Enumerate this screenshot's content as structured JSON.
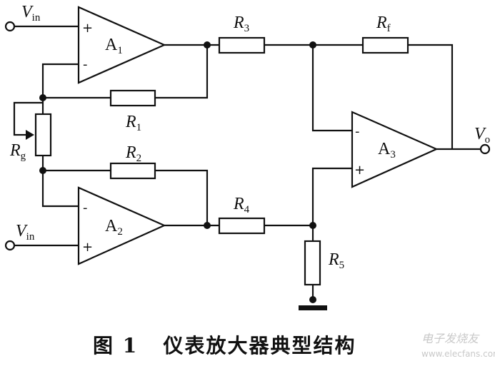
{
  "labels": {
    "vin_top": "V",
    "vin_top_sub": "in",
    "vin_bot": "V",
    "vin_bot_sub": "in",
    "vo": "V",
    "vo_sub": "o",
    "rg": "R",
    "rg_sub": "g",
    "r1": "R",
    "r1_sub": "1",
    "r2": "R",
    "r2_sub": "2",
    "r3": "R",
    "r3_sub": "3",
    "r4": "R",
    "r4_sub": "4",
    "r5": "R",
    "r5_sub": "5",
    "rf": "R",
    "rf_sub": "f"
  },
  "amplifiers": {
    "a1": "A",
    "a1_sub": "1",
    "a2": "A",
    "a2_sub": "2",
    "a3": "A",
    "a3_sub": "3"
  },
  "signs": {
    "plus": "+",
    "minus": "-"
  },
  "caption": "图 1   仪表放大器典型结构",
  "watermark": {
    "text": "电子发烧友",
    "url": "www.elecfans.com"
  }
}
